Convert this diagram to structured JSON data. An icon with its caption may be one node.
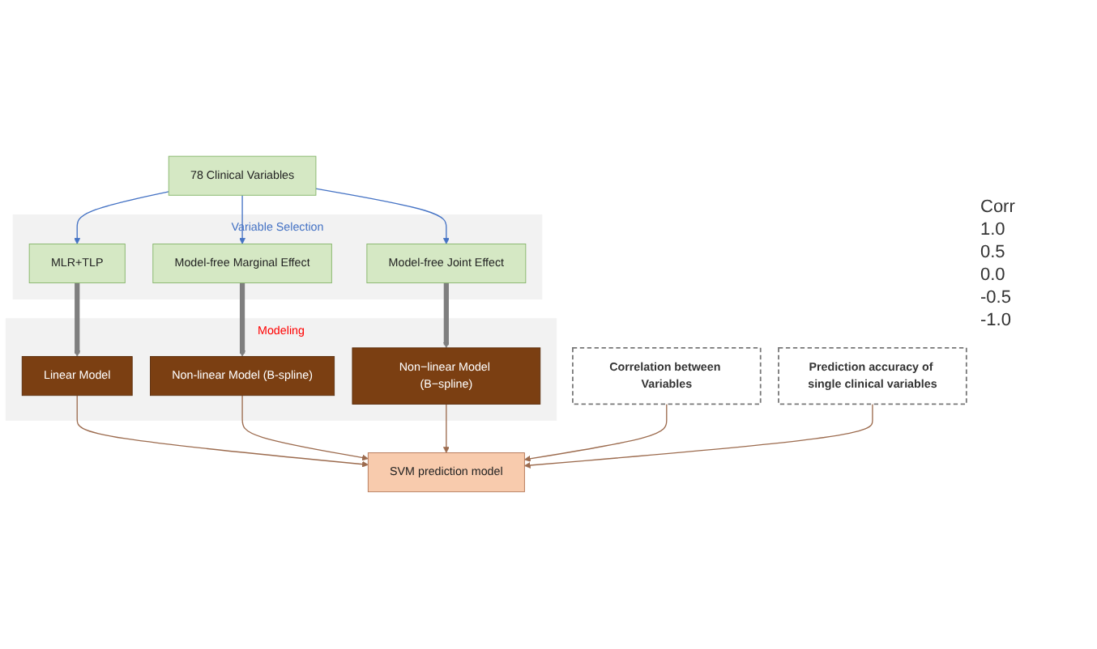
{
  "diagram": {
    "nodes": [
      {
        "text": [
          "78 Clinical Variables"
        ]
      },
      {
        "text": [
          "Variable Selection"
        ]
      },
      {
        "text": [
          "MLR+TLP"
        ],
        "in": 1
      },
      {
        "text": [
          "Model-free Marginal Effect"
        ],
        "in": 1
      },
      {
        "text": [
          "Model-free Joint Effect"
        ],
        "in": 1
      },
      {
        "text": [
          "Modeling"
        ]
      },
      {
        "text": [
          "Linear Model"
        ],
        "in": 5
      },
      {
        "text": [
          "Non-linear Model (B-spline)"
        ],
        "in": 5
      },
      {
        "text": [
          "Non−linear Model (B−spline)"
        ],
        "in": 5
      },
      {
        "text": [
          "Correlation between Variables"
        ]
      },
      {
        "text": [
          "Prediction accuracy of single clinical variables"
        ]
      },
      {
        "text": [
          "SVM prediction model"
        ]
      }
    ],
    "edges": [
      {
        "from": 0,
        "to": 2,
        "arrow": "to",
        "color": "#4472c4"
      },
      {
        "from": 0,
        "to": 3,
        "arrow": "to",
        "color": "#4472c4"
      },
      {
        "from": 0,
        "to": 4,
        "arrow": "to",
        "color": "#4472c4"
      },
      {
        "from": 2,
        "to": 6,
        "arrow": "to",
        "style": "thick",
        "color": "#7f7f7f"
      },
      {
        "from": 3,
        "to": 7,
        "arrow": "to",
        "style": "thick",
        "color": "#7f7f7f"
      },
      {
        "from": 4,
        "to": 8,
        "arrow": "to",
        "style": "thick",
        "color": "#7f7f7f"
      },
      {
        "from": 6,
        "to": 11,
        "arrow": "to",
        "color": "#9c6b4e"
      },
      {
        "from": 7,
        "to": 11,
        "arrow": "to",
        "color": "#9c6b4e"
      },
      {
        "from": 8,
        "to": 11,
        "arrow": "to",
        "color": "#9c6b4e"
      },
      {
        "from": 9,
        "to": 11,
        "arrow": "to",
        "color": "#9c6b4e"
      },
      {
        "from": 10,
        "to": 11,
        "arrow": "to",
        "color": "#9c6b4e"
      }
    ],
    "labels": [
      "Corr",
      "1.0",
      "0.5",
      "0.0",
      "-0.5",
      "-1.0"
    ]
  }
}
